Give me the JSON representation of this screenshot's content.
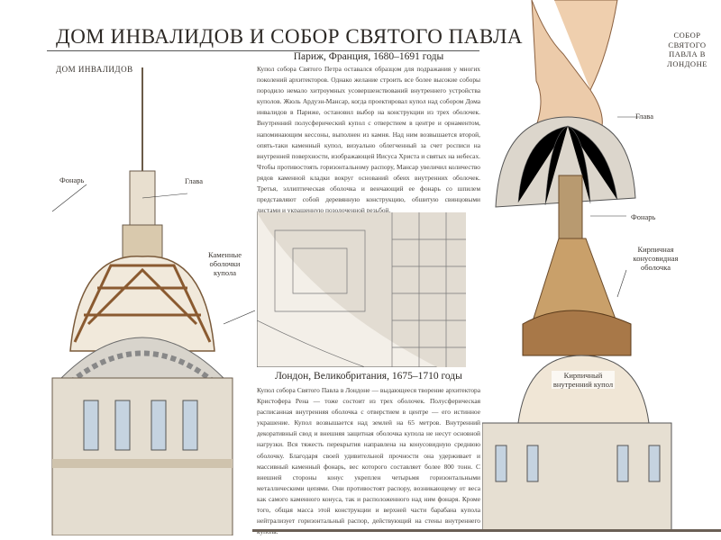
{
  "title": "ДОМ ИНВАЛИДОВ И СОБОР СВЯТОГО ПАВЛА",
  "left": {
    "section_label": "ДОМ ИНВАЛИДОВ",
    "labels": {
      "lantern": "Фонарь",
      "head": "Глава",
      "shells": "Каменные оболочки купола"
    }
  },
  "paris": {
    "heading": "Париж, Франция, 1680–1691 годы",
    "text": "Купол собора Святого Петра оставался образцом для подражания у многих поколений архитекторов. Однако желание строить все более высокие соборы породило немало хитроумных усовершенствований внутреннего устройства куполов. Жюль Ардуэн-Мансар, когда проектировал купол над собором Дома инвалидов в Париже, остановил выбор на конструкции из трех оболочек. Внутренний полусферический купол с отверстием в центре и орнаментом, напоминающим кессоны, выполнен из камня. Над ним возвышается второй, опять-таки каменный купол, визуально облегченный за счет росписи на внутренней поверхности, изображающей Иисуса Христа и святых на небесах. Чтобы противостоять горизонтальному распору, Мансар увеличил количество рядов каменной кладки вокруг оснований обеих внутренних оболочек. Третья, эллиптическая оболочка и венчающий ее фонарь со шпилем представляют собой деревянную конструкцию, обшитую свинцовыми листами и украшенную позолоченной резьбой."
  },
  "london": {
    "heading": "Лондон, Великобритания, 1675–1710 годы",
    "text": "Купол собора Святого Павла в Лондоне — выдающееся творение архитектора Кристофера Рена — тоже состоит из трех оболочек. Полусферическая расписанная внутренняя оболочка с отверстием в центре — его истинное украшение. Купол возвышается над землей на 65 метров. Внутренний декоративный свод и внешняя защитная оболочка купола не несут основной нагрузки. Вся тяжесть перекрытия направлена на конусовидную среднюю оболочку. Благодаря своей удивительной прочности она удерживает и массивный каменный фонарь, вес которого составляет более 800 тонн. С внешней стороны конус укреплен четырьмя горизонтальными металлическими цепями. Они противостоят распору, возникающему от веса как самого каменного конуса, так и расположенного над ним фонаря. Кроме того, общая масса этой конструкции и верхней части барабана купола нейтрализует горизонтальный распор, действующий на стены внутреннего купола."
  },
  "right": {
    "section_label": "СОБОР СВЯТОГО ПАВЛА В ЛОНДОНЕ",
    "labels": {
      "head": "Глава",
      "lantern": "Фонарь",
      "cone": "Кирпичная конусовидная оболочка",
      "inner": "Кирпичный внутренний купол"
    }
  }
}
